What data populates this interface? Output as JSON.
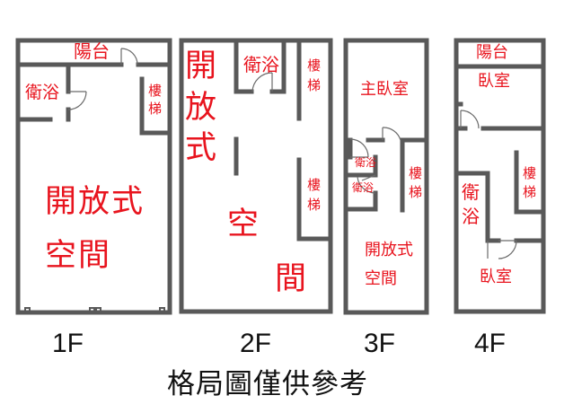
{
  "floors": [
    {
      "label": "1F",
      "rooms": {
        "balcony": "陽台",
        "bathroom": "衛浴",
        "stairs": "樓梯",
        "open_space_line1": "開放式",
        "open_space_line2": "空間"
      }
    },
    {
      "label": "2F",
      "rooms": {
        "open_vertical": "開放式",
        "bathroom": "衛浴",
        "stairs_top": "樓梯",
        "stairs_bottom": "樓梯",
        "space_char1": "空",
        "space_char2": "間"
      }
    },
    {
      "label": "3F",
      "rooms": {
        "master_bedroom": "主臥室",
        "bathroom_a": "衛浴",
        "bathroom_b": "衛浴",
        "stairs": "樓梯",
        "open_space_line1": "開放式",
        "open_space_line2": "空間"
      }
    },
    {
      "label": "4F",
      "rooms": {
        "balcony": "陽台",
        "bedroom_top": "臥室",
        "bathroom": "衛浴",
        "stairs": "樓梯",
        "bedroom_bottom": "臥室"
      }
    }
  ],
  "caption": "格局圖僅供參考",
  "colors": {
    "label": "#e8141e",
    "wall": "#595959",
    "text": "#111111"
  }
}
